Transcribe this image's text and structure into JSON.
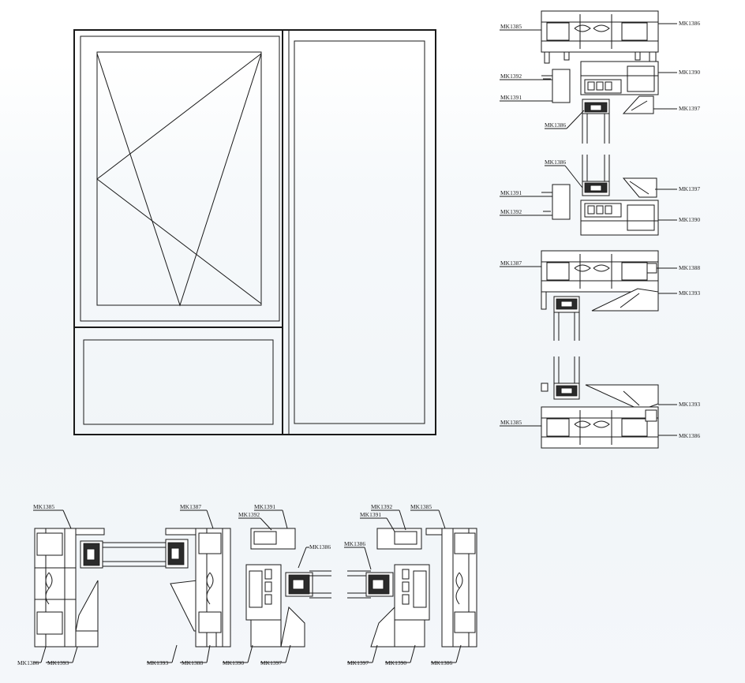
{
  "labels": {
    "a1": "MK1385",
    "a2": "MK1386",
    "a3": "MK1392",
    "a4": "MK1390",
    "a5": "MK1391",
    "a6": "MK1397",
    "a7": "MK1386",
    "b1": "MK1386",
    "b2": "MK1397",
    "b3": "MK1391",
    "b4": "MK1392",
    "b5": "MK1390",
    "b6": "MK1387",
    "b7": "MK1388",
    "b8": "MK1393",
    "c1": "MK1393",
    "c2": "MK1385",
    "c3": "MK1386",
    "d1": "MK1385",
    "d2": "MK1386",
    "d3": "MK1393",
    "e1": "MK1387",
    "e2": "MK1391",
    "e3": "MK1392",
    "e4": "MK1386",
    "e5": "MK1393",
    "e6": "MK1388",
    "e7": "MK1390",
    "e8": "MK1397",
    "f1": "MK1392",
    "f2": "MK1391",
    "f3": "MK1385",
    "f4": "MK1386",
    "f5": "MK1397",
    "f6": "MK1390",
    "f7": "MK1386"
  }
}
